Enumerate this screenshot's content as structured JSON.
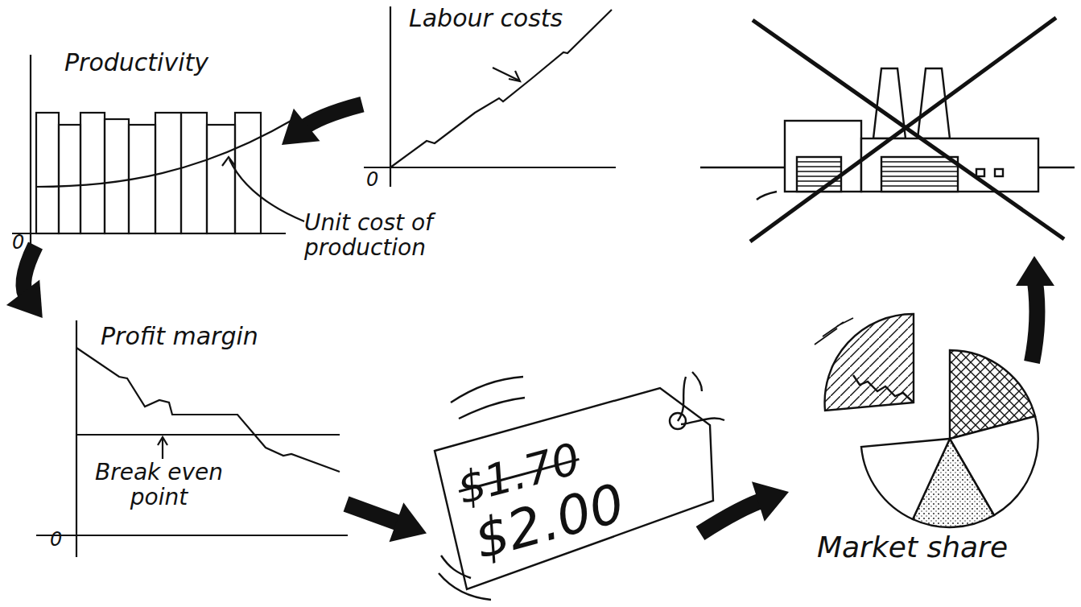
{
  "diagram": {
    "nodes": [
      {
        "text": [
          "Productivity",
          "0",
          "Unit cost of production"
        ]
      },
      {
        "text": [
          "Labour costs",
          "0"
        ]
      },
      {
        "text": [
          "Profit margin",
          "Break even point",
          "0"
        ]
      },
      {
        "text": [
          "$1.70",
          "$2.00"
        ]
      },
      {
        "text": [
          "Market share"
        ]
      }
    ],
    "edges": [
      {
        "from": 1,
        "to": 0,
        "arrow": "to"
      },
      {
        "from": 0,
        "to": 2,
        "arrow": "to"
      },
      {
        "from": 2,
        "to": 3,
        "arrow": "to"
      },
      {
        "from": 3,
        "to": 4,
        "arrow": "to"
      }
    ]
  }
}
